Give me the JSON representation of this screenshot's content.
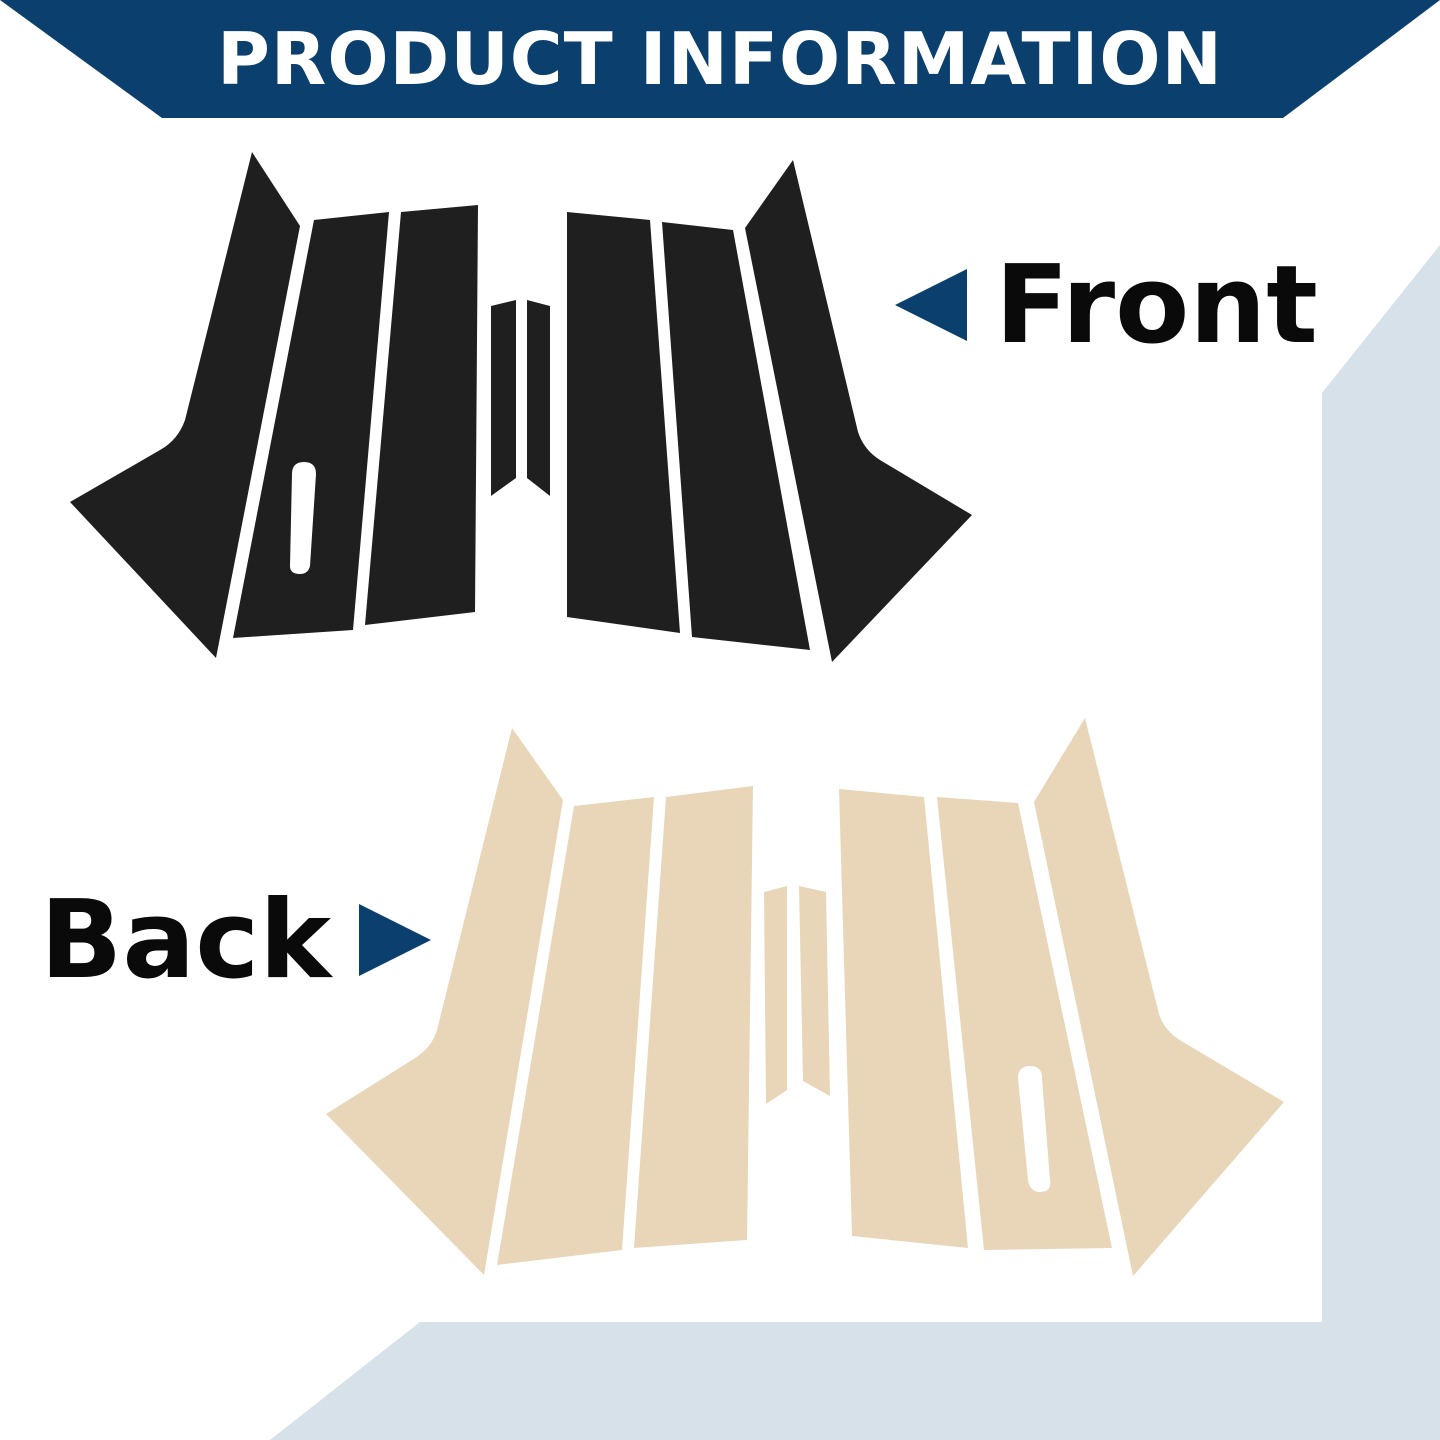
{
  "header": {
    "title": "PRODUCT INFORMATION"
  },
  "labels": {
    "front": "Front",
    "back": "Back"
  },
  "colors": {
    "banner": "#0b3f6e",
    "backdrop": "#d7e1ea",
    "front_panel": "#1f1f1f",
    "back_panel": "#e9d6b8"
  }
}
